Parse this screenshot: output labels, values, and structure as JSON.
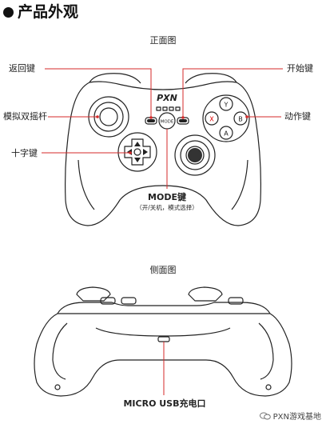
{
  "title": "产品外观",
  "front": {
    "caption": "正面图",
    "logo": "PXN",
    "mode_button": "MODE",
    "face_buttons": [
      "Y",
      "X",
      "B",
      "A"
    ],
    "labels": {
      "back": "返回键",
      "start": "开始键",
      "sticks": "模拟双摇杆",
      "actions": "动作键",
      "dpad": "十字键",
      "mode": "MODE键",
      "mode_note": "（开/关机，模式选择）"
    }
  },
  "side": {
    "caption": "侧面图",
    "usb": "MICRO USB充电口"
  },
  "watermark": "PXN游戏基地"
}
